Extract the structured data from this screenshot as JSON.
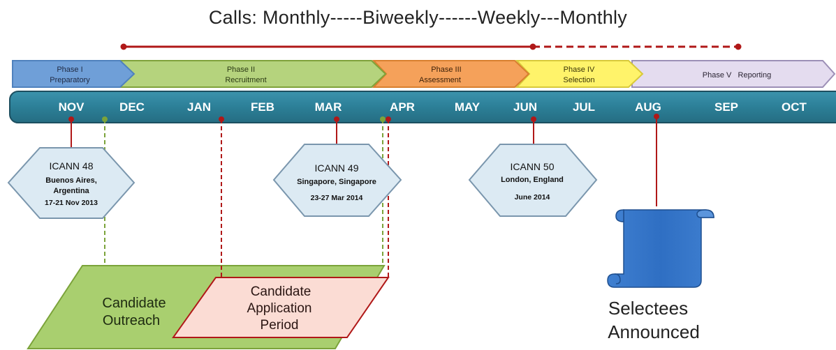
{
  "calls": {
    "title": "Calls:  Monthly-----Biweekly------Weekly---Monthly"
  },
  "phases": [
    {
      "lines": [
        "Phase I",
        "Preparatory"
      ],
      "fill": "#6f9fd8",
      "stroke": "#4f81bd"
    },
    {
      "lines": [
        "Phase II",
        "Recruitment"
      ],
      "fill": "#b5d37d",
      "stroke": "#7fa23a"
    },
    {
      "lines": [
        "Phase III",
        "Assessment"
      ],
      "fill": "#f5a15a",
      "stroke": "#d97f2e"
    },
    {
      "lines": [
        "Phase IV",
        "Selection"
      ],
      "fill": "#fff36a",
      "stroke": "#d8c93a"
    },
    {
      "lines": [
        "Phase V   Reporting"
      ],
      "fill": "#e4dcef",
      "stroke": "#9c8fb6"
    }
  ],
  "months": [
    "NOV",
    "DEC",
    "JAN",
    "FEB",
    "MAR",
    "APR",
    "MAY",
    "JUN",
    "JUL",
    "AUG",
    "SEP",
    "OCT"
  ],
  "meetings": [
    {
      "title": "ICANN 48",
      "lines": [
        "Buenos Aires,",
        "Argentina",
        "17-21 Nov 2013"
      ]
    },
    {
      "title": "ICANN 49",
      "lines": [
        "Singapore, Singapore",
        "23-27 Mar 2014"
      ]
    },
    {
      "title": "ICANN 50",
      "lines": [
        "London, England",
        "June 2014"
      ]
    }
  ],
  "periods": {
    "outreach": [
      "Candidate",
      "Outreach"
    ],
    "application": [
      "Candidate",
      "Application",
      "Period"
    ]
  },
  "selectees": [
    "Selectees",
    "Announced"
  ],
  "colors": {
    "timeline_bar": "#2c7f97",
    "timeline_stroke": "#1c4f60",
    "red_line": "#b01818",
    "green_dash": "#7ba33a",
    "hexagon_fill": "#dceaf3",
    "hexagon_stroke": "#7a96ad",
    "scroll": "#2f6fc3",
    "outreach_fill": "#a9cf6f",
    "application_fill": "#fbdcd4"
  }
}
